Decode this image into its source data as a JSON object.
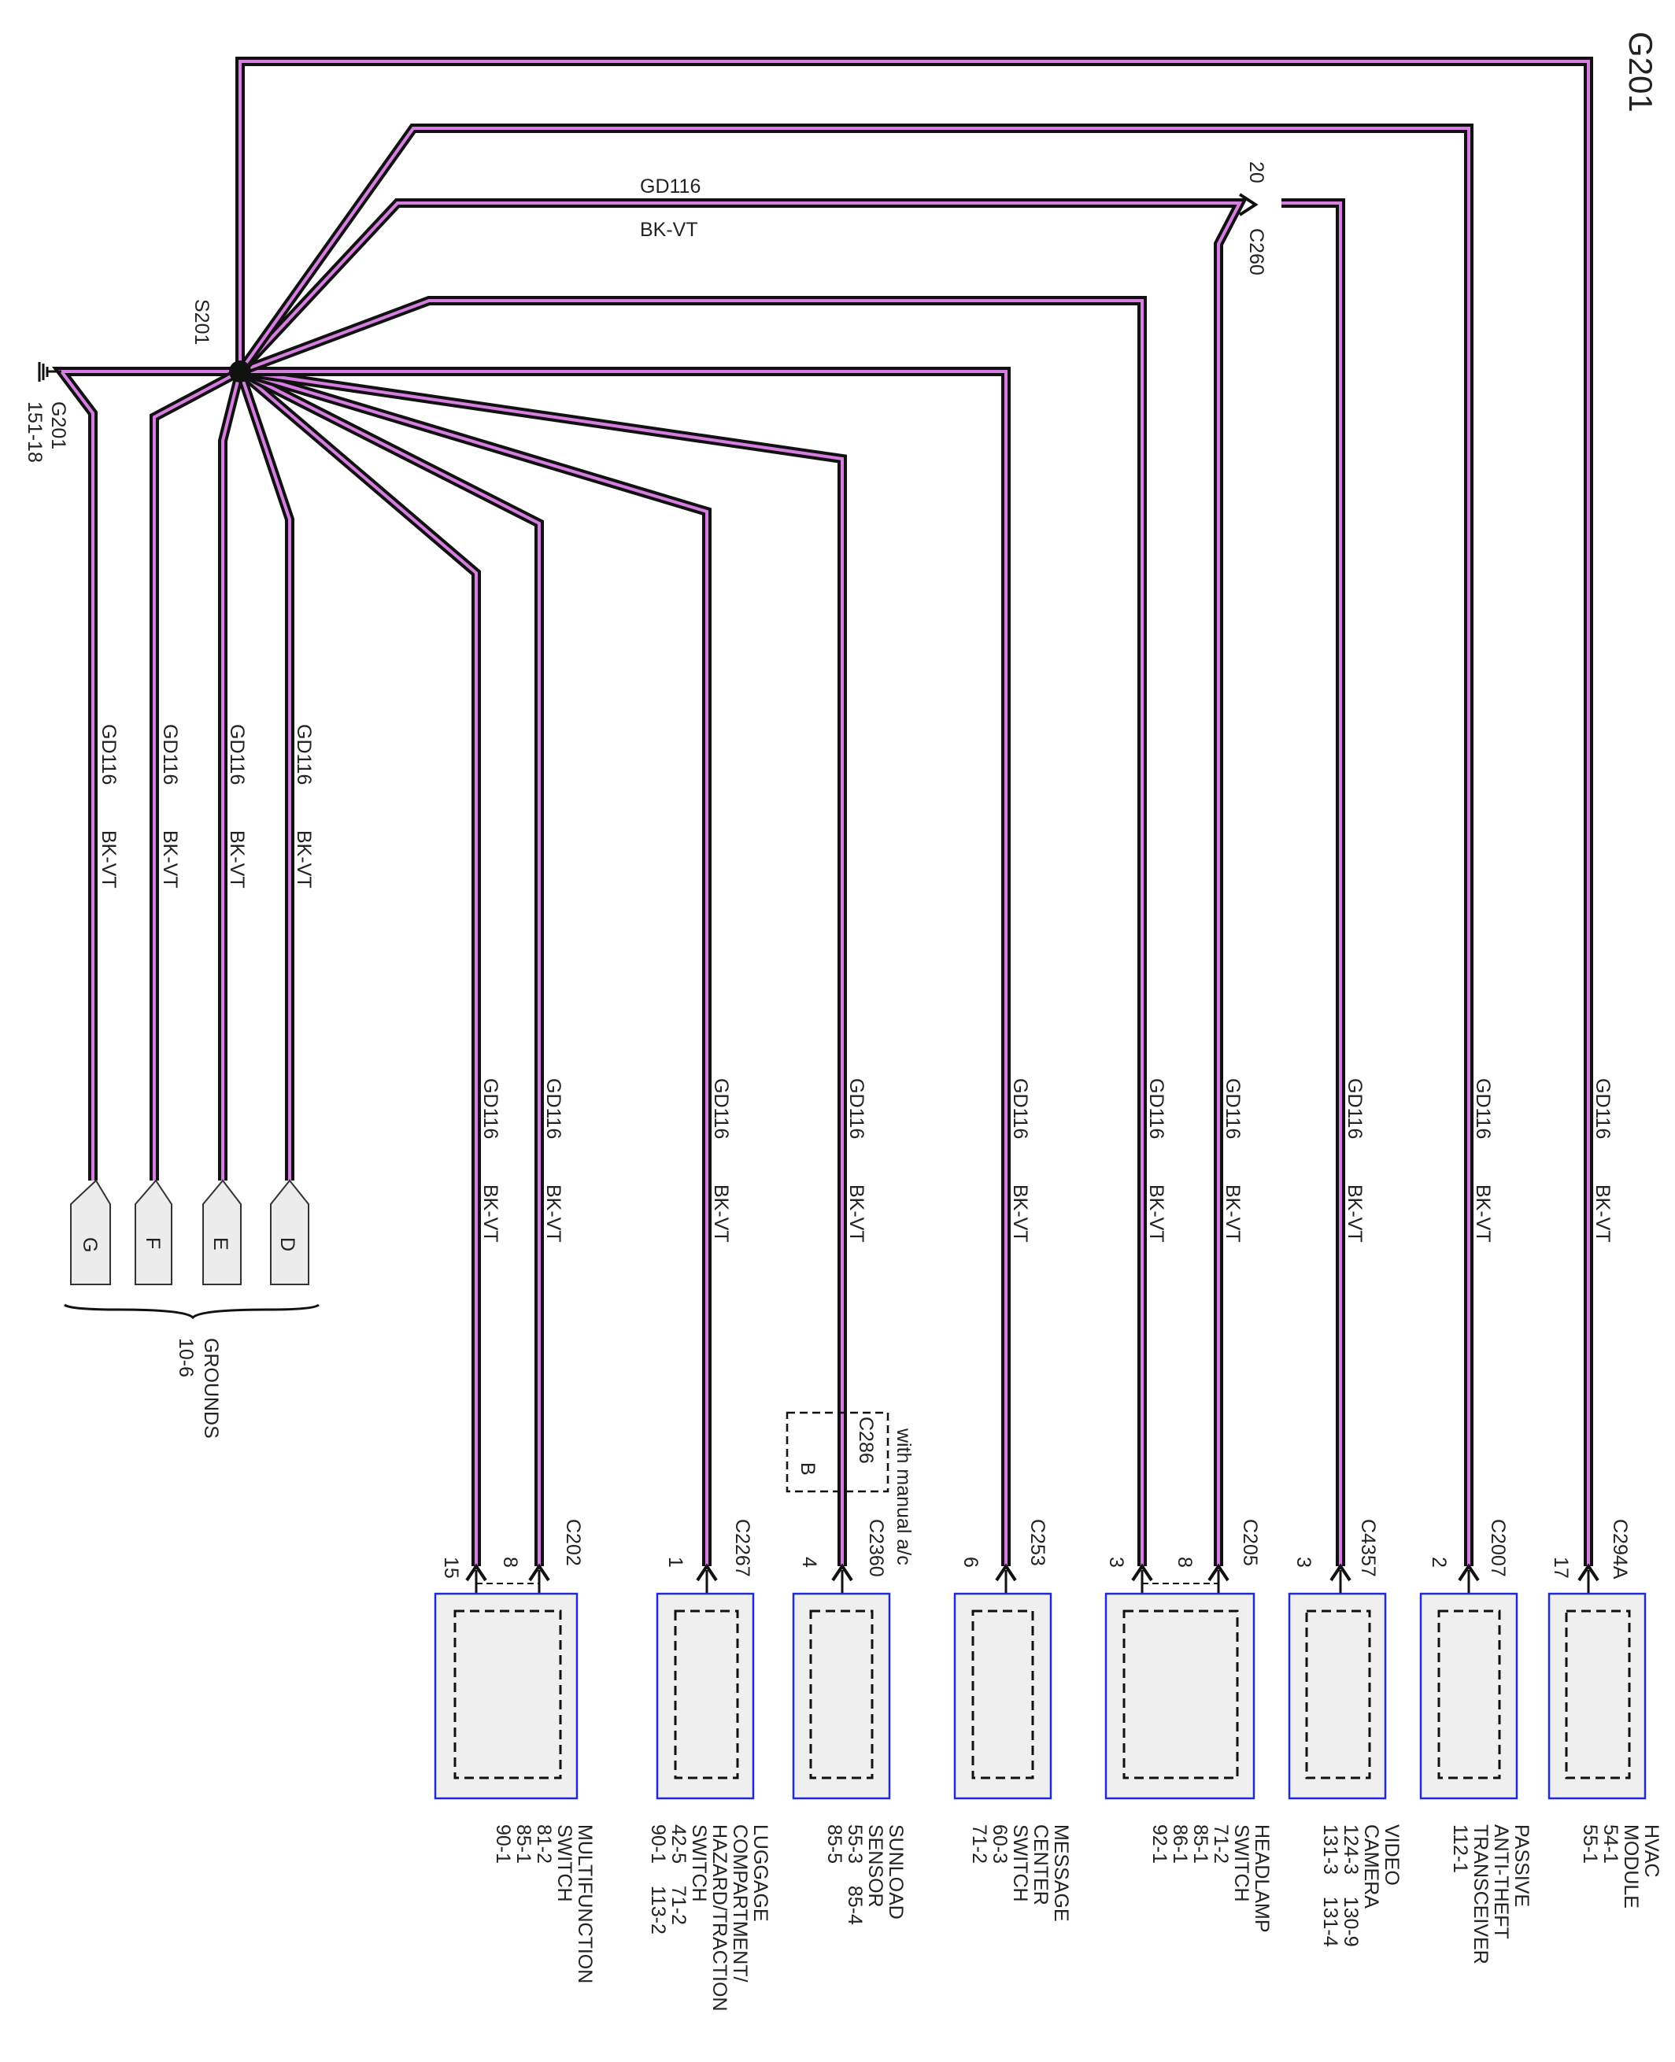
{
  "title": "G201",
  "colors": {
    "wire_outer": "#111111",
    "wire_inner": "#d77fe0",
    "component_border": "#1f2ad6",
    "component_fill": "#efefef"
  },
  "splice": {
    "label": "S201"
  },
  "ground": {
    "label": "G201",
    "ref": "151-18"
  },
  "inline_connector": {
    "pin": "20",
    "label": "C260"
  },
  "fan_ground_wires": [
    {
      "circuit": "GD116",
      "color": "BK-VT",
      "tab": "G"
    },
    {
      "circuit": "GD116",
      "color": "BK-VT",
      "tab": "F"
    },
    {
      "circuit": "GD116",
      "color": "BK-VT",
      "tab": "E"
    },
    {
      "circuit": "GD116",
      "color": "BK-VT",
      "tab": "D"
    }
  ],
  "grounds_bracket": {
    "line1": "GROUNDS",
    "line2": "10-6"
  },
  "top_wire": {
    "circuit": "GD116",
    "color": "BK-VT"
  },
  "optional_connector": {
    "note": "with manual a/c",
    "label": "C286",
    "pin": "B"
  },
  "components": [
    {
      "connector": "C202",
      "pins": [
        "15",
        "8"
      ],
      "wires": [
        {
          "circuit": "GD116",
          "color": "BK-VT"
        },
        {
          "circuit": "GD116",
          "color": "BK-VT"
        }
      ],
      "name_lines": [
        "MULTIFUNCTION",
        "SWITCH"
      ],
      "ref_lines": [
        "81-2",
        "85-1",
        "90-1"
      ]
    },
    {
      "connector": "C2267",
      "pins": [
        "1"
      ],
      "wires": [
        {
          "circuit": "GD116",
          "color": "BK-VT"
        }
      ],
      "name_lines": [
        "LUGGAGE",
        "COMPARTMENT/",
        "HAZARD/TRACTION",
        "SWITCH"
      ],
      "ref_lines": [
        "42-5    71-2",
        "90-1    113-2"
      ]
    },
    {
      "connector": "C2360",
      "pins": [
        "4"
      ],
      "wires": [
        {
          "circuit": "GD116",
          "color": "BK-VT"
        }
      ],
      "name_lines": [
        "SUNLOAD",
        "SENSOR"
      ],
      "ref_lines": [
        "55-3    85-4",
        "85-5"
      ]
    },
    {
      "connector": "C253",
      "pins": [
        "6"
      ],
      "wires": [
        {
          "circuit": "GD116",
          "color": "BK-VT"
        }
      ],
      "name_lines": [
        "MESSAGE",
        "CENTER",
        "SWITCH"
      ],
      "ref_lines": [
        "60-3",
        "71-2"
      ]
    },
    {
      "connector": "C205",
      "pins": [
        "3",
        "8"
      ],
      "wires": [
        {
          "circuit": "GD116",
          "color": "BK-VT"
        },
        {
          "circuit": "GD116",
          "color": "BK-VT"
        }
      ],
      "name_lines": [
        "HEADLAMP",
        "SWITCH"
      ],
      "ref_lines": [
        "71-2",
        "85-1",
        "86-1",
        "92-1"
      ]
    },
    {
      "connector": "C4357",
      "pins": [
        "3"
      ],
      "wires": [
        {
          "circuit": "GD116",
          "color": "BK-VT"
        }
      ],
      "name_lines": [
        "VIDEO",
        "CAMERA"
      ],
      "ref_lines": [
        "124-3    130-9",
        "131-3    131-4"
      ]
    },
    {
      "connector": "C2007",
      "pins": [
        "2"
      ],
      "wires": [
        {
          "circuit": "GD116",
          "color": "BK-VT"
        }
      ],
      "name_lines": [
        "PASSIVE",
        "ANTI-THEFT",
        "TRANSCEIVER"
      ],
      "ref_lines": [
        "112-1"
      ]
    },
    {
      "connector": "C294A",
      "pins": [
        "17"
      ],
      "wires": [
        {
          "circuit": "GD116",
          "color": "BK-VT"
        }
      ],
      "name_lines": [
        "HVAC",
        "MODULE"
      ],
      "ref_lines": [
        "54-1",
        "55-1"
      ]
    }
  ]
}
